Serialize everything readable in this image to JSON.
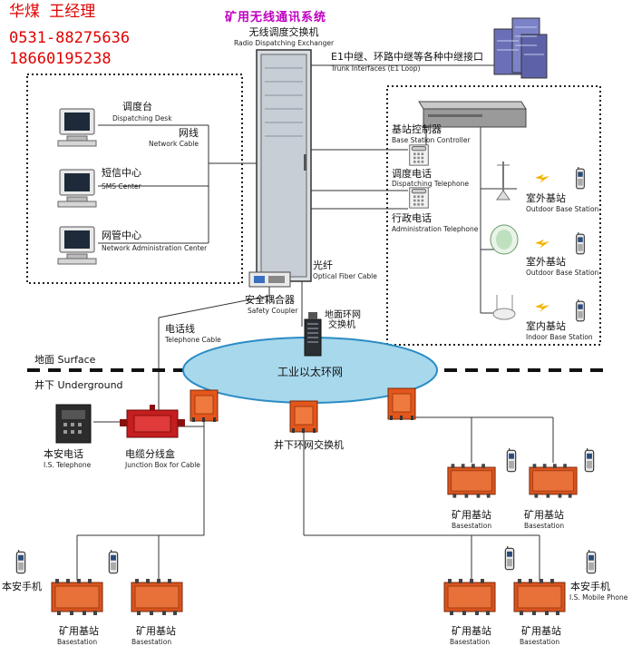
{
  "contact": {
    "name": "华煤   王经理",
    "phone1": "0531-88275636",
    "phone2": "18660195238"
  },
  "title": "矿用无线通讯系统",
  "labels": {
    "exchanger_cn": "无线调度交换机",
    "exchanger_en": "Radio Dispatching Exchanger",
    "trunk_cn": "E1中继、环路中继等各种中继接口",
    "trunk_en": "Trunk Interfaces (E1 Loop)",
    "desk_cn": "调度台",
    "desk_en": "Dispatching Desk",
    "netcable_cn": "网线",
    "netcable_en": "Network Cable",
    "sms_cn": "短信中心",
    "sms_en": "SMS Center",
    "nms_cn": "网管中心",
    "nms_en": "Network Administration Center",
    "bsc_cn": "基站控制器",
    "bsc_en": "Base Station Controller",
    "disptel_cn": "调度电话",
    "disptel_en": "Dispatching Telephone",
    "admintel_cn": "行政电话",
    "admintel_en": "Administration Telephone",
    "outdoor1_cn": "室外基站",
    "outdoor1_en": "Outdoor Base Station",
    "outdoor2_cn": "室外基站",
    "outdoor2_en": "Outdoor Base Station",
    "indoor_cn": "室内基站",
    "indoor_en": "Indoor Base Station",
    "fiber_cn": "光纤",
    "fiber_en": "Optical Fiber Cable",
    "coupler_cn": "安全耦合器",
    "coupler_en": "Safety Coupler",
    "ringswitch_cn1": "地面环网",
    "ringswitch_cn2": "交换机",
    "telcable_cn": "电话线",
    "telcable_en": "Telephone Cable",
    "surface": "地面 Surface",
    "underground": "井下 Underground",
    "ethernet": "工业以太环网",
    "istel_cn": "本安电话",
    "istel_en": "I.S. Telephone",
    "jbox_cn": "电缆分线盒",
    "jbox_en": "Junction Box for Cable",
    "ugswitch": "井下环网交换机",
    "mine_bs_cn": "矿用基站",
    "mine_bs_en": "Basestation",
    "mobile_left": "本安手机",
    "mobile_right_cn": "本安手机",
    "mobile_right_en": "I.S. Mobile Phone"
  }
}
